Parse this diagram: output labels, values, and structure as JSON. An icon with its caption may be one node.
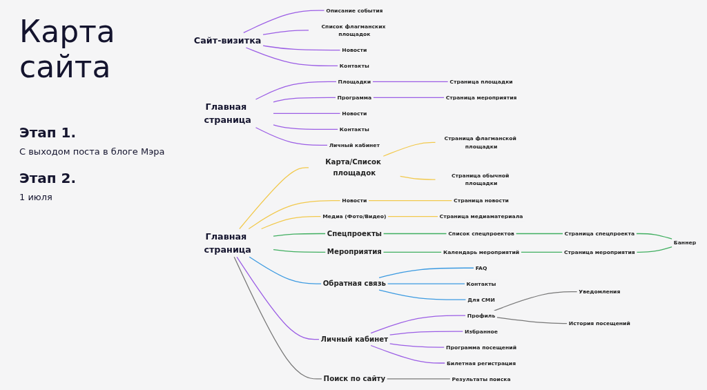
{
  "diagram": {
    "title": "Карта сайта",
    "nodes": [
      {
        "text": [
          "Сайт-визитка"
        ]
      },
      {
        "text": [
          "Описание события"
        ]
      },
      {
        "text": [
          "Список флагманских площадок"
        ]
      },
      {
        "text": [
          "Новости"
        ]
      },
      {
        "text": [
          "Контакты"
        ]
      },
      {
        "text": [
          "Главная страница"
        ]
      },
      {
        "text": [
          "Площадки"
        ]
      },
      {
        "text": [
          "Страница площадки"
        ]
      },
      {
        "text": [
          "Программа"
        ]
      },
      {
        "text": [
          "Страница мероприятия"
        ]
      },
      {
        "text": [
          "Новости"
        ]
      },
      {
        "text": [
          "Контакты"
        ]
      },
      {
        "text": [
          "Личный кабинет"
        ]
      },
      {
        "text": [
          "Главная страница"
        ]
      },
      {
        "text": [
          "Карта/Список площадок"
        ]
      },
      {
        "text": [
          "Страница флагманской площадки"
        ]
      },
      {
        "text": [
          "Страница обычной площадки"
        ]
      },
      {
        "text": [
          "Новости"
        ]
      },
      {
        "text": [
          "Страница новости"
        ]
      },
      {
        "text": [
          "Медиа (Фото/Видео)"
        ]
      },
      {
        "text": [
          "Страница медиаматериала"
        ]
      },
      {
        "text": [
          "Спецпроекты"
        ]
      },
      {
        "text": [
          "Список спецпроектов"
        ]
      },
      {
        "text": [
          "Страница спецпроекта"
        ]
      },
      {
        "text": [
          "Мероприятия"
        ]
      },
      {
        "text": [
          "Календарь мероприятий"
        ]
      },
      {
        "text": [
          "Страница мероприятия"
        ]
      },
      {
        "text": [
          "Баннер"
        ]
      },
      {
        "text": [
          "Обратная связь"
        ]
      },
      {
        "text": [
          "FAQ"
        ]
      },
      {
        "text": [
          "Контакты"
        ]
      },
      {
        "text": [
          "Для СМИ"
        ]
      },
      {
        "text": [
          "Личный кабинет"
        ]
      },
      {
        "text": [
          "Избранное"
        ]
      },
      {
        "text": [
          "Программа посещений"
        ]
      },
      {
        "text": [
          "Профиль"
        ]
      },
      {
        "text": [
          "Уведомления"
        ]
      },
      {
        "text": [
          "История посещений"
        ]
      },
      {
        "text": [
          "Билетная регистрация"
        ]
      },
      {
        "text": [
          "Поиск по сайту"
        ]
      },
      {
        "text": [
          "Результаты поиска"
        ]
      }
    ],
    "edges": [
      {
        "from": 0,
        "to": 1,
        "arrow": "none"
      },
      {
        "from": 0,
        "to": 2,
        "arrow": "none"
      },
      {
        "from": 0,
        "to": 3,
        "arrow": "none"
      },
      {
        "from": 0,
        "to": 4,
        "arrow": "none"
      },
      {
        "from": 5,
        "to": 6,
        "arrow": "none"
      },
      {
        "from": 6,
        "to": 7,
        "arrow": "none"
      },
      {
        "from": 5,
        "to": 8,
        "arrow": "none"
      },
      {
        "from": 8,
        "to": 9,
        "arrow": "none"
      },
      {
        "from": 5,
        "to": 10,
        "arrow": "none"
      },
      {
        "from": 5,
        "to": 11,
        "arrow": "none"
      },
      {
        "from": 5,
        "to": 12,
        "arrow": "none"
      },
      {
        "from": 13,
        "to": 14,
        "arrow": "none",
        "color": "#f2c94c"
      },
      {
        "from": 14,
        "to": 15,
        "arrow": "none",
        "color": "#f2c94c"
      },
      {
        "from": 14,
        "to": 16,
        "arrow": "none",
        "color": "#f2c94c"
      },
      {
        "from": 13,
        "to": 17,
        "arrow": "none",
        "color": "#f2c94c"
      },
      {
        "from": 17,
        "to": 18,
        "arrow": "none",
        "color": "#f2c94c"
      },
      {
        "from": 13,
        "to": 19,
        "arrow": "none",
        "color": "#f2c94c"
      },
      {
        "from": 19,
        "to": 20,
        "arrow": "none",
        "color": "#f2c94c"
      },
      {
        "from": 13,
        "to": 21,
        "arrow": "none",
        "color": "#3fae5f"
      },
      {
        "from": 21,
        "to": 22,
        "arrow": "none",
        "color": "#3fae5f"
      },
      {
        "from": 22,
        "to": 23,
        "arrow": "none",
        "color": "#3fae5f"
      },
      {
        "from": 23,
        "to": 27,
        "arrow": "none",
        "color": "#3fae5f"
      },
      {
        "from": 13,
        "to": 24,
        "arrow": "none",
        "color": "#3fae5f"
      },
      {
        "from": 24,
        "to": 25,
        "arrow": "none",
        "color": "#3fae5f"
      },
      {
        "from": 25,
        "to": 26,
        "arrow": "none",
        "color": "#3fae5f"
      },
      {
        "from": 26,
        "to": 27,
        "arrow": "none",
        "color": "#3fae5f"
      },
      {
        "from": 13,
        "to": 28,
        "arrow": "none",
        "color": "#3b9ae1"
      },
      {
        "from": 28,
        "to": 29,
        "arrow": "none",
        "color": "#3b9ae1"
      },
      {
        "from": 28,
        "to": 30,
        "arrow": "none",
        "color": "#3b9ae1"
      },
      {
        "from": 28,
        "to": 31,
        "arrow": "none",
        "color": "#3b9ae1"
      },
      {
        "from": 13,
        "to": 32,
        "arrow": "none"
      },
      {
        "from": 32,
        "to": 33,
        "arrow": "none"
      },
      {
        "from": 32,
        "to": 34,
        "arrow": "none"
      },
      {
        "from": 32,
        "to": 35,
        "arrow": "none"
      },
      {
        "from": 35,
        "to": 36,
        "arrow": "none",
        "color": "#777777"
      },
      {
        "from": 35,
        "to": 37,
        "arrow": "none",
        "color": "#777777"
      },
      {
        "from": 32,
        "to": 38,
        "arrow": "none"
      },
      {
        "from": 13,
        "to": 39,
        "arrow": "none",
        "color": "#777777"
      },
      {
        "from": 39,
        "to": 40,
        "arrow": "none",
        "color": "#777777"
      }
    ],
    "labels": [
      "Этап 1.",
      "С выходом поста в блоге Мэра",
      "Этап 2.",
      "1 июля"
    ]
  }
}
